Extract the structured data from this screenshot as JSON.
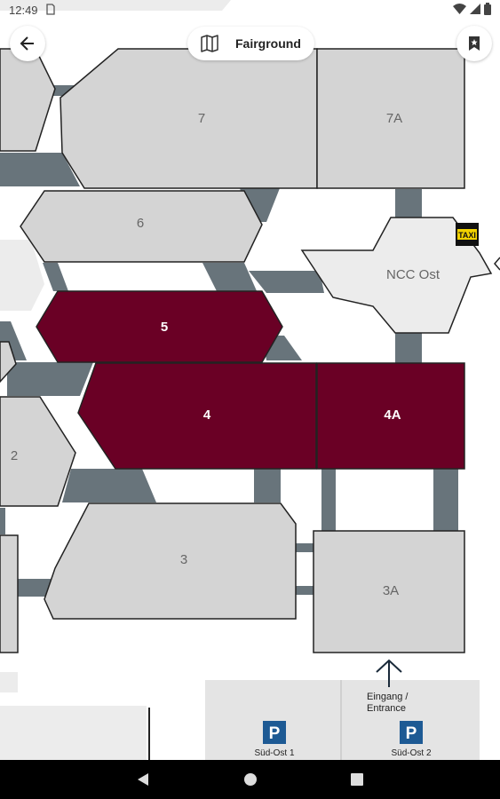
{
  "status_bar": {
    "time": "12:49"
  },
  "header": {
    "title": "Fairground"
  },
  "halls": [
    {
      "id": "hall-7",
      "label": "7",
      "selected": false
    },
    {
      "id": "hall-7a",
      "label": "7A",
      "selected": false
    },
    {
      "id": "hall-6",
      "label": "6",
      "selected": false
    },
    {
      "id": "hall-ncc-ost",
      "label": "NCC Ost",
      "selected": false
    },
    {
      "id": "hall-5",
      "label": "5",
      "selected": true
    },
    {
      "id": "hall-4",
      "label": "4",
      "selected": true
    },
    {
      "id": "hall-4a",
      "label": "4A",
      "selected": true
    },
    {
      "id": "hall-2",
      "label": "2",
      "selected": false
    },
    {
      "id": "hall-3",
      "label": "3",
      "selected": false
    },
    {
      "id": "hall-3a",
      "label": "3A",
      "selected": false
    }
  ],
  "taxi_sign": "TAXI",
  "entrance": {
    "line1": "Eingang /",
    "line2": "Entrance"
  },
  "parking": [
    {
      "symbol": "P",
      "label": "Süd-Ost 1"
    },
    {
      "symbol": "P",
      "label": "Süd-Ost 2"
    }
  ],
  "colors": {
    "hall_fill": "#d4d4d4",
    "hall_selected": "#6a0025",
    "connector": "#68747b",
    "parking_blue": "#1d5a94"
  }
}
